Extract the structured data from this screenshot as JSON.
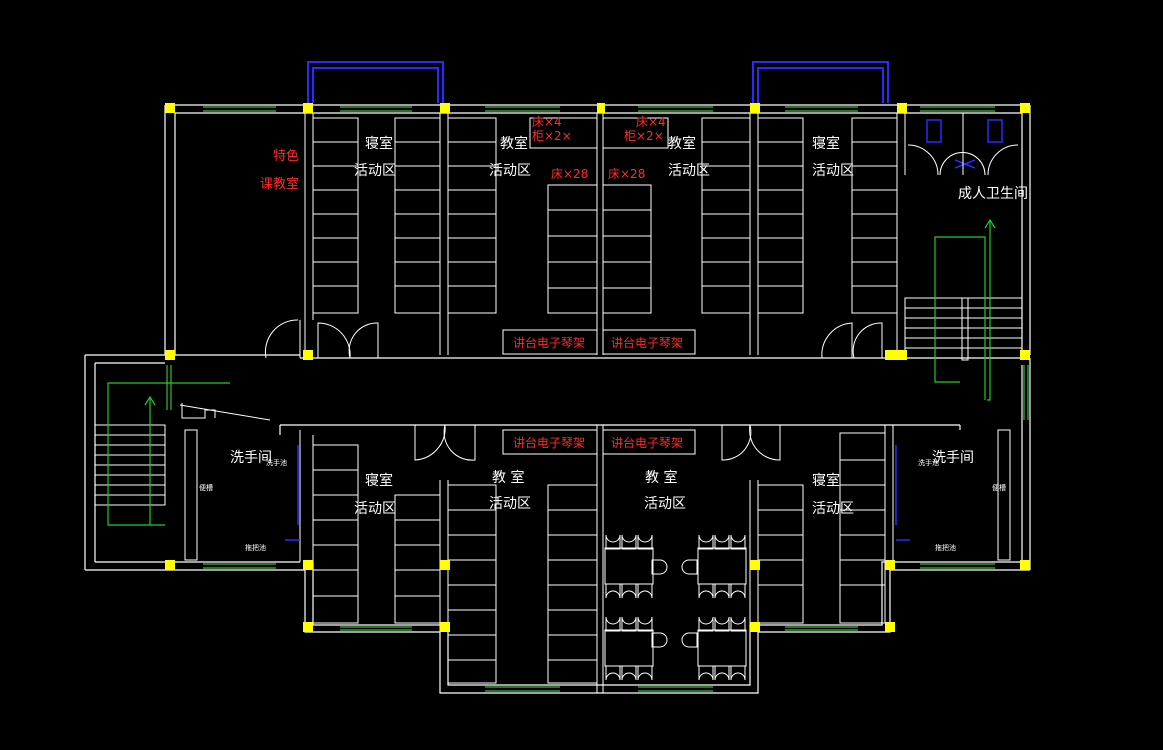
{
  "labels": {
    "special_classroom_1": "特色",
    "special_classroom_2": "课教室",
    "bedroom": "寝室",
    "classroom": "教室",
    "classroom_spaced": "教  室",
    "activity_area": "活动区",
    "washroom": "洗手间",
    "adult_toilet": "成人卫生间",
    "podium_piano": "讲台电子琴架",
    "beds_28": "床×28",
    "beds_4": "床×4",
    "cabinet_2": "柜×2×",
    "small_note": "洗手池",
    "small_note_2": "拖把池",
    "small_note_3": "便槽"
  },
  "colors": {
    "background": "#000000",
    "walls": "#ffffff",
    "windows": "#3cb83c",
    "columns": "#ffff00",
    "balcony": "#2a2aff",
    "annotation": "#ff2a2a"
  }
}
